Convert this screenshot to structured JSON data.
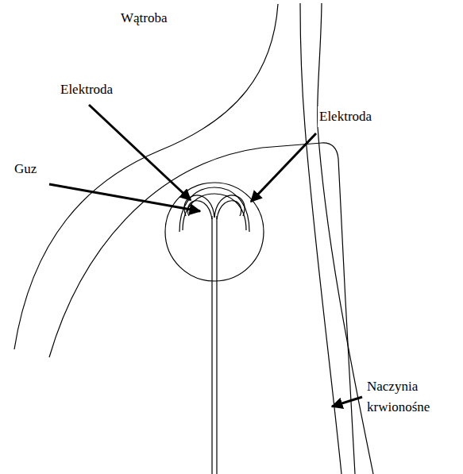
{
  "diagram": {
    "labels": [
      "Wątroba",
      "Elektroda",
      "Elektroda",
      "Guz",
      "Naczynia krwionośne"
    ]
  }
}
